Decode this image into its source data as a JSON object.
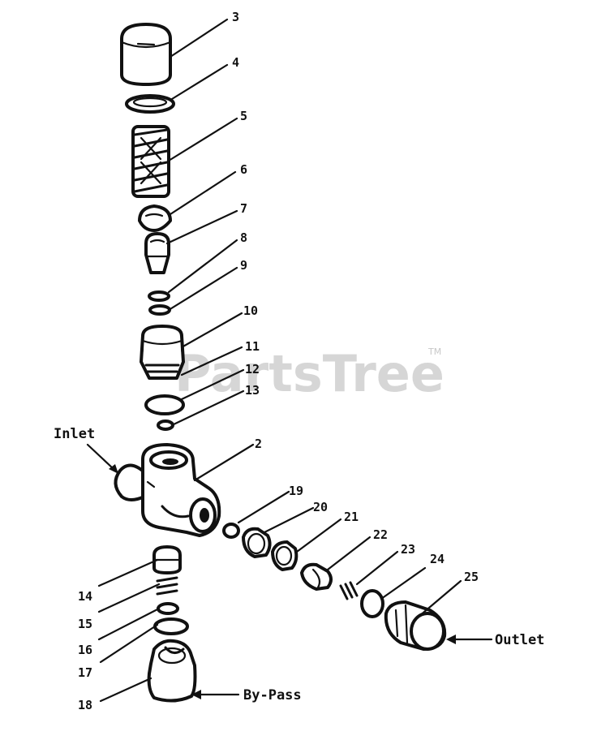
{
  "watermark": {
    "text": "PartsTree",
    "trademark": "TM"
  },
  "part_numbers": [
    "3",
    "4",
    "5",
    "6",
    "7",
    "8",
    "9",
    "10",
    "11",
    "12",
    "13",
    "2",
    "19",
    "20",
    "21",
    "22",
    "23",
    "24",
    "25",
    "14",
    "15",
    "16",
    "17",
    "18"
  ],
  "labels": {
    "inlet": "Inlet",
    "outlet": "Outlet",
    "bypass": "By-Pass"
  }
}
